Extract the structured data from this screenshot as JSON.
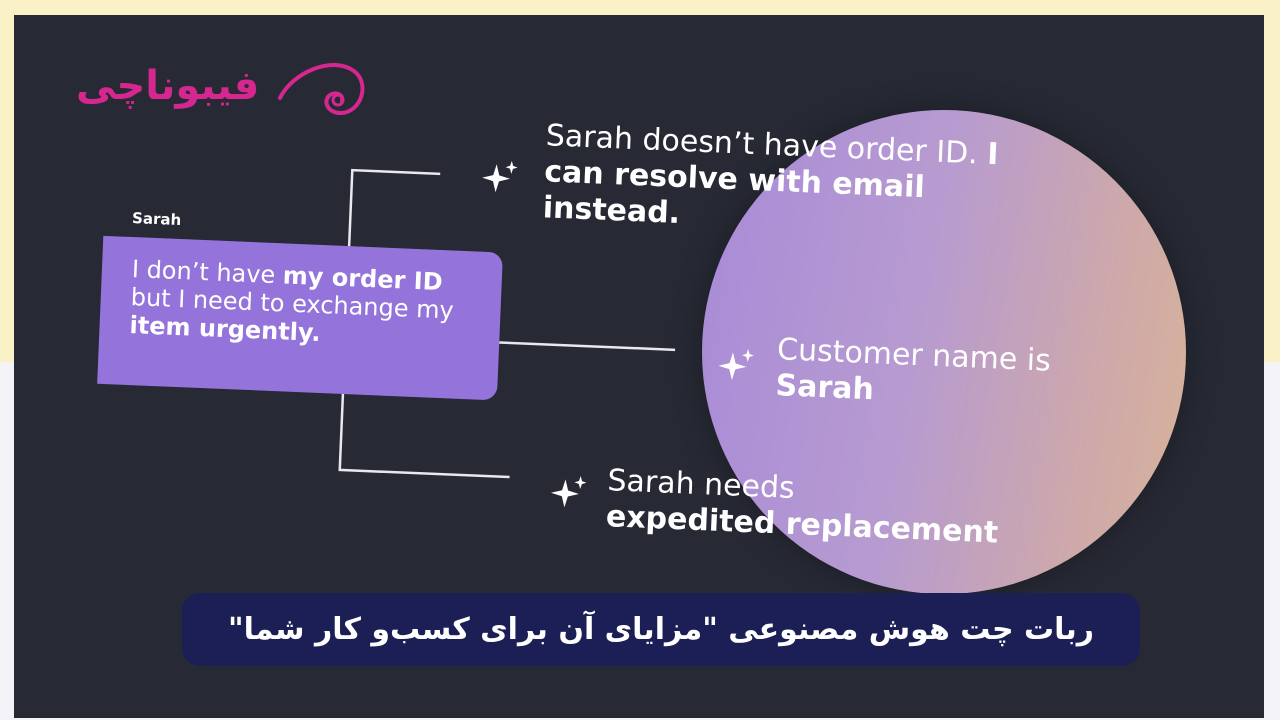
{
  "logo": {
    "text": "فیبوناچی",
    "icon": "spiral-icon",
    "color": "#d6268f"
  },
  "message": {
    "sender": "Sarah",
    "text_parts": [
      {
        "text": "I don’t have ",
        "bold": false
      },
      {
        "text": "my order ID",
        "bold": true
      },
      {
        "text": " but I need to exchange my ",
        "bold": false
      },
      {
        "text": "item urgently.",
        "bold": true
      }
    ]
  },
  "insights": [
    {
      "icon": "sparkle-icon",
      "parts": [
        {
          "text": "Sarah doesn’t have order ID. ",
          "bold": false
        },
        {
          "text": "I can resolve with email instead.",
          "bold": true
        }
      ]
    },
    {
      "icon": "sparkle-icon",
      "parts": [
        {
          "text": "Customer name is ",
          "bold": false
        },
        {
          "text": "Sarah",
          "bold": true
        }
      ]
    },
    {
      "icon": "sparkle-icon",
      "parts": [
        {
          "text": "Sarah needs ",
          "bold": false
        },
        {
          "text": "expedited replacement",
          "bold": true
        }
      ]
    }
  ],
  "caption": "ربات چت هوش مصنوعی \"مزایای آن برای کسب‌و کار شما\"",
  "colors": {
    "frame": "#272a35",
    "bubble": "#9474db",
    "caption_bg": "#1c1f55",
    "lens": "#b79bd0"
  }
}
